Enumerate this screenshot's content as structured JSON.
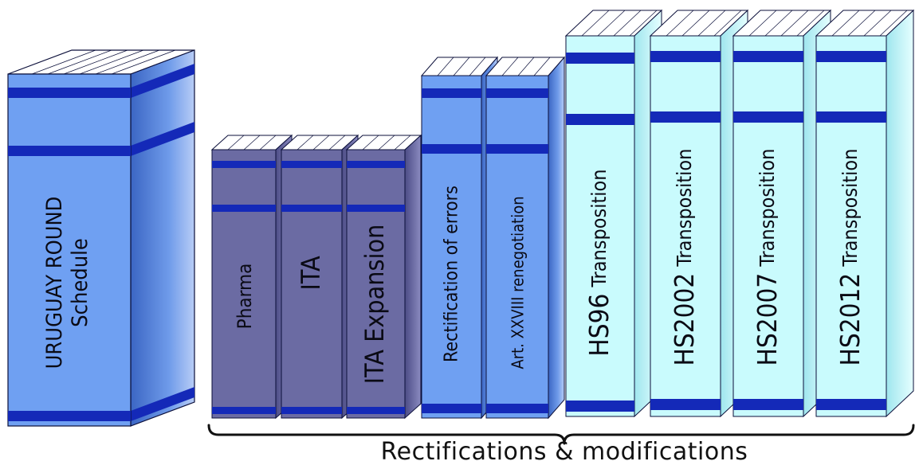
{
  "diagram": {
    "caption": "Rectifications & modifications",
    "colors": {
      "blue_book": "#6fa0f2",
      "purple_book": "#6b6ba3",
      "cyan_book": "#c9fbfd",
      "band": "#1429b8",
      "outline": "#0b0f3a"
    },
    "books": [
      {
        "id": "uruguay",
        "lines": [
          "URUGUAY ROUND",
          "Schedule"
        ],
        "style": "blue"
      },
      {
        "id": "pharma",
        "lines": [
          "Pharma"
        ],
        "style": "purple"
      },
      {
        "id": "ita",
        "lines": [
          "ITA"
        ],
        "style": "purple"
      },
      {
        "id": "ita-expansion",
        "lines": [
          "ITA Expansion"
        ],
        "style": "purple"
      },
      {
        "id": "rectification",
        "lines": [
          "Rectification of errors"
        ],
        "style": "blue"
      },
      {
        "id": "art28",
        "lines": [
          "Art. XXVIII renegotiation"
        ],
        "style": "blue"
      },
      {
        "id": "hs96",
        "big": "HS96",
        "small": "Transposition",
        "style": "cyan"
      },
      {
        "id": "hs2002",
        "big": "HS2002",
        "small": "Transposition",
        "style": "cyan"
      },
      {
        "id": "hs2007",
        "big": "HS2007",
        "small": "Transposition",
        "style": "cyan"
      },
      {
        "id": "hs2012",
        "big": "HS2012",
        "small": "Transposition",
        "style": "cyan"
      }
    ]
  }
}
